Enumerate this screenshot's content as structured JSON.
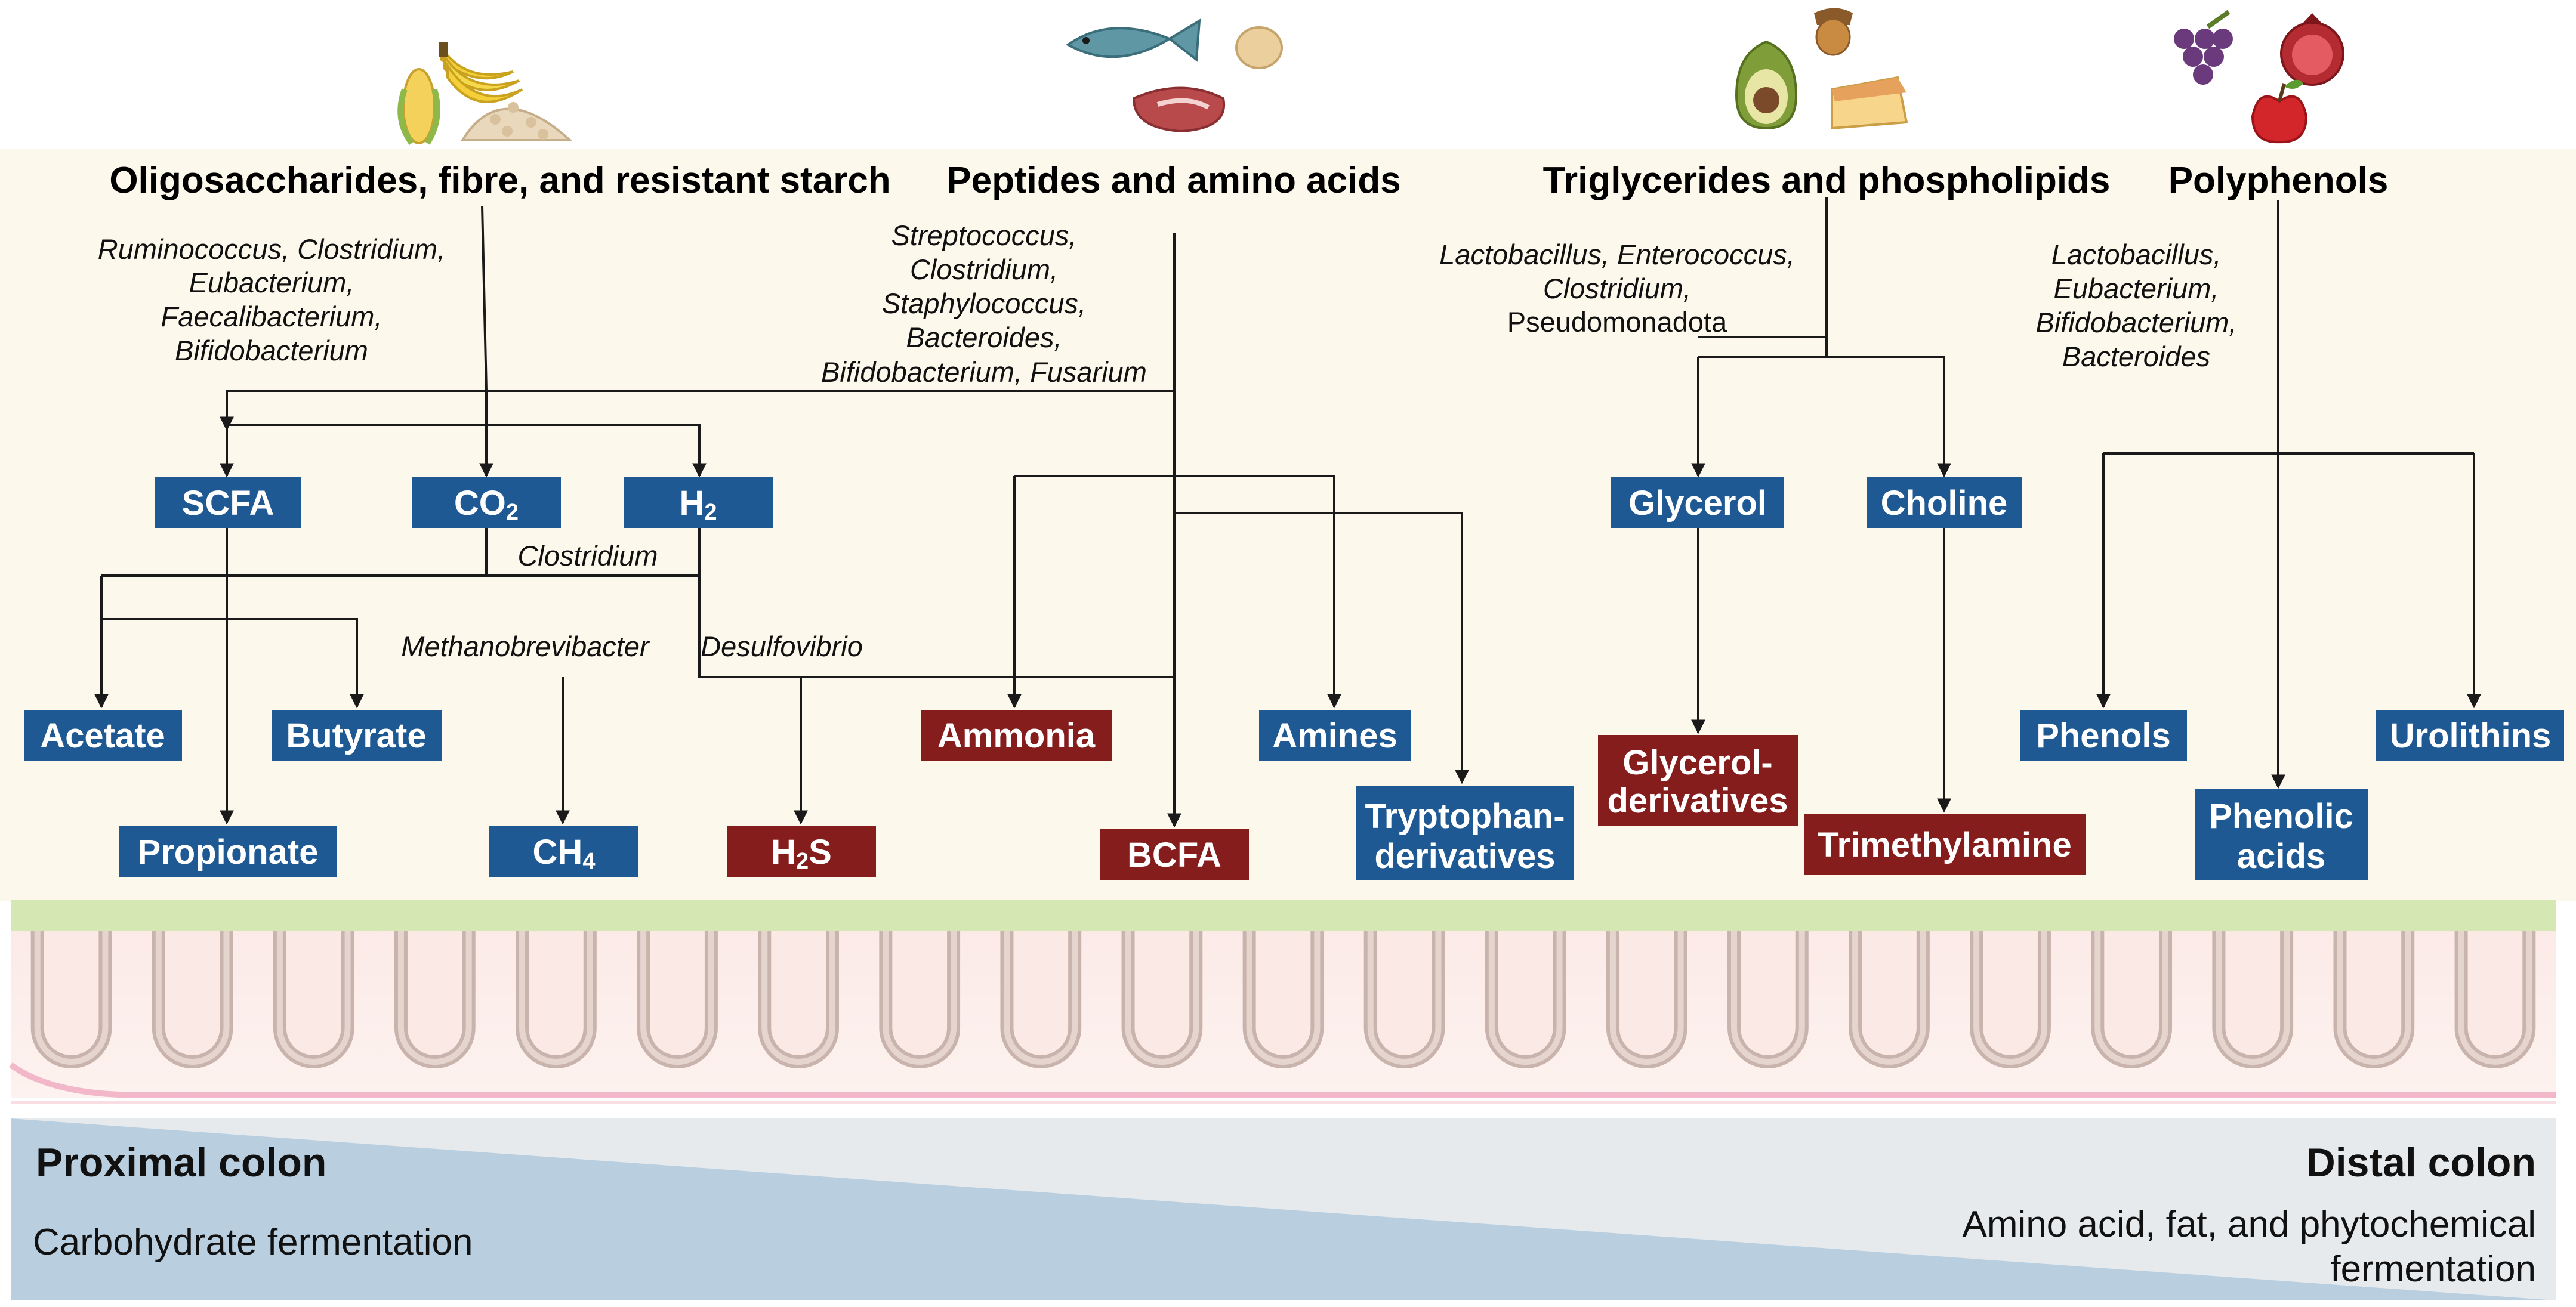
{
  "colors": {
    "background_band": "#fdf8ec",
    "blue_box": "#1f5993",
    "red_box": "#861d1d",
    "mucosa_green": "#d5e8b3",
    "tissue_pink": "#fbe9e6",
    "gradient_blue": "#b9cfe0",
    "gradient_grey": "#e7eaed"
  },
  "categories": {
    "carbs": "Oligosaccharides, fibre, and resistant starch",
    "proteins": "Peptides and amino acids",
    "lipids": "Triglycerides and phospholipids",
    "polyphenols": "Polyphenols"
  },
  "bacteria": {
    "carbs": [
      "Ruminococcus, Clostridium,",
      "Eubacterium,",
      "Faecalibacterium,",
      "Bifidobacterium"
    ],
    "proteins": [
      "Streptococcus,",
      "Clostridium,",
      "Staphylococcus,",
      "Bacteroides,",
      "Bifidobacterium, Fusarium"
    ],
    "lipids": [
      "Lactobacillus, Enterococcus,",
      "Clostridium,"
    ],
    "lipids_plain": "Pseudomonadota",
    "polyphenols": [
      "Lactobacillus,",
      "Eubacterium,",
      "Bifidobacterium,",
      "Bacteroides"
    ],
    "clostridium": "Clostridium",
    "methanobrevibacter": "Methanobrevibacter",
    "desulfovibrio": "Desulfovibrio"
  },
  "boxes": {
    "scfa": "SCFA",
    "co2_main": "CO",
    "co2_sub": "2",
    "h2_main": "H",
    "h2_sub": "2",
    "acetate": "Acetate",
    "butyrate": "Butyrate",
    "propionate": "Propionate",
    "ch4_main": "CH",
    "ch4_sub": "4",
    "h2s_main": "H",
    "h2s_sub": "2",
    "h2s_tail": "S",
    "ammonia": "Ammonia",
    "bcfa": "BCFA",
    "amines": "Amines",
    "tryptophan": [
      "Tryptophan-",
      "derivatives"
    ],
    "glycerol": "Glycerol",
    "choline": "Choline",
    "glycerol_deriv": [
      "Glycerol-",
      "derivatives"
    ],
    "trimethylamine": "Trimethylamine",
    "phenols": "Phenols",
    "phenolic_acids": [
      "Phenolic",
      "acids"
    ],
    "urolithins": "Urolithins"
  },
  "bottom": {
    "proximal_title": "Proximal colon",
    "proximal_desc": "Carbohydrate fermentation",
    "distal_title": "Distal colon",
    "distal_desc": [
      "Amino acid, fat, and phytochemical",
      "fermentation"
    ]
  },
  "icons": {
    "carbs": [
      "corn-icon",
      "banana-icon",
      "oats-icon"
    ],
    "proteins": [
      "fish-icon",
      "chickpea-icon",
      "steak-icon"
    ],
    "lipids": [
      "avocado-icon",
      "acorn-icon",
      "cheese-icon"
    ],
    "polyphenols": [
      "grapes-icon",
      "pomegranate-icon",
      "apple-icon"
    ]
  }
}
